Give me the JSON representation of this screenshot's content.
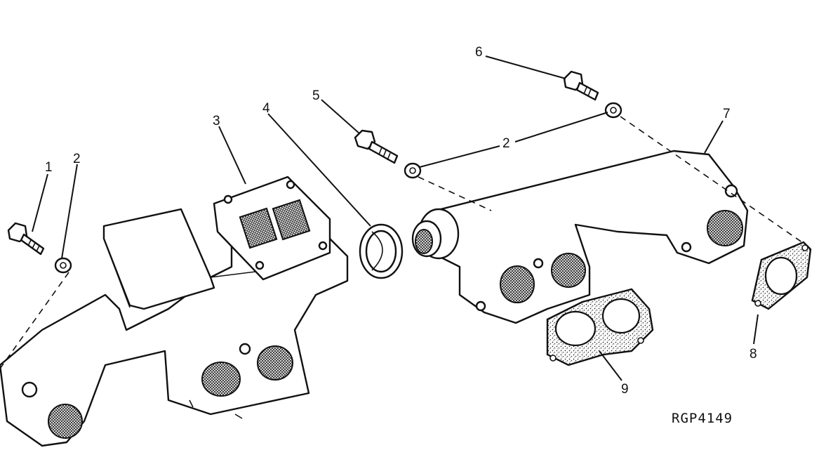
{
  "diagram": {
    "figure_code": "RGP4149",
    "callouts": [
      {
        "id": "callout-1",
        "text": "1"
      },
      {
        "id": "callout-2a",
        "text": "2"
      },
      {
        "id": "callout-3",
        "text": "3"
      },
      {
        "id": "callout-4",
        "text": "4"
      },
      {
        "id": "callout-5",
        "text": "5"
      },
      {
        "id": "callout-6",
        "text": "6"
      },
      {
        "id": "callout-2b",
        "text": "2"
      },
      {
        "id": "callout-7",
        "text": "7"
      },
      {
        "id": "callout-8",
        "text": "8"
      },
      {
        "id": "callout-9",
        "text": "9"
      }
    ]
  }
}
